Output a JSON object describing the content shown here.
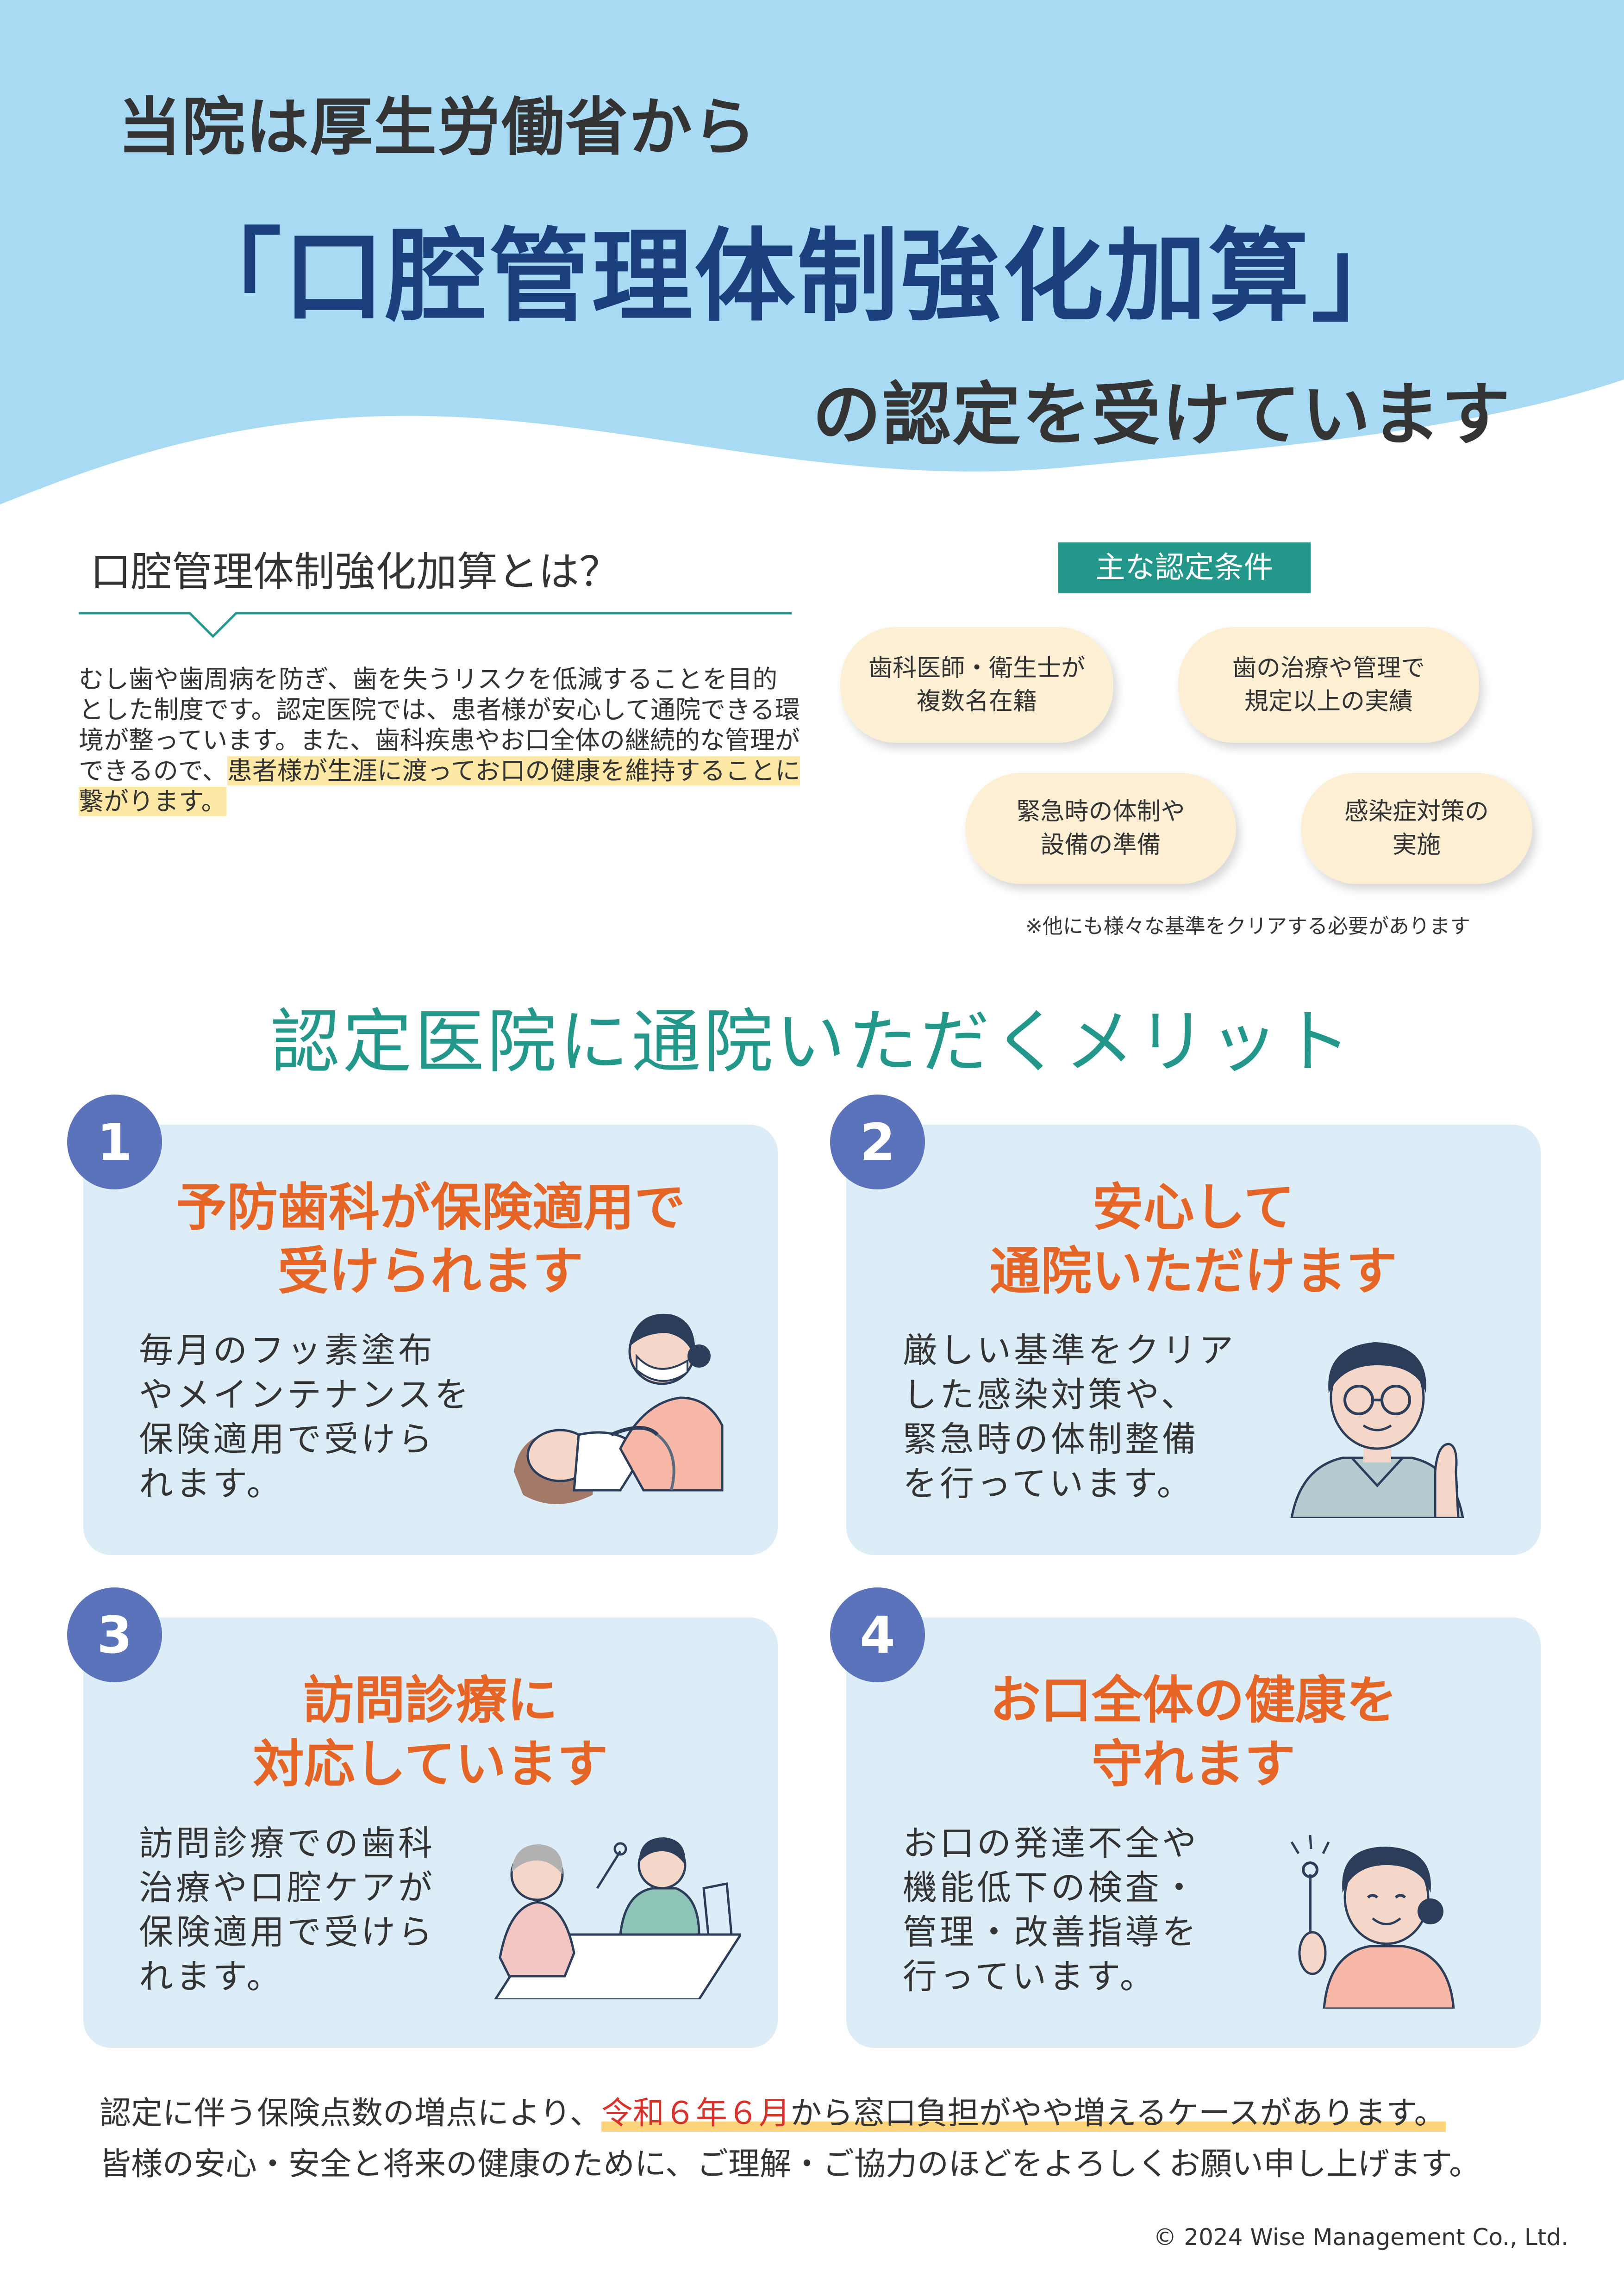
{
  "hero": {
    "line1": "当院は厚生労働省から",
    "line2": "「口腔管理体制強化加算」",
    "line3": "の認定を受けています"
  },
  "intro": {
    "heading": "口腔管理体制強化加算とは？",
    "body_plain": "むし歯や歯周病を防ぎ、歯を失うリスクを低減することを目的とした制度です。認定医院では、患者様が安心して通院できる環境が整っています。また、歯科疾患やお口全体の継続的な管理ができるので、",
    "body_highlight": "患者様が生涯に渡ってお口の健康を維持することに繋がります。"
  },
  "conditions": {
    "title": "主な認定条件",
    "items": [
      {
        "line1": "歯科医師・衛生士が",
        "line2": "複数名在籍"
      },
      {
        "line1": "歯の治療や管理で",
        "line2": "規定以上の実績"
      },
      {
        "line1": "緊急時の体制や",
        "line2": "設備の準備"
      },
      {
        "line1": "感染症対策の",
        "line2": "実施"
      }
    ],
    "note": "※他にも様々な基準をクリアする必要があります"
  },
  "merits": {
    "title": "認定医院に通院いただくメリット",
    "cards": [
      {
        "number": "1",
        "title1": "予防歯科が保険適用で",
        "title2": "受けられます",
        "text": [
          "毎月のフッ素塗布",
          "やメインテナンスを",
          "保険適用で受けら",
          "れます。"
        ]
      },
      {
        "number": "2",
        "title1": "安心して",
        "title2": "通院いただけます",
        "text": [
          "厳しい基準をクリア",
          "した感染対策や、",
          "緊急時の体制整備",
          "を行っています。"
        ]
      },
      {
        "number": "3",
        "title1": "訪問診療に",
        "title2": "対応しています",
        "text": [
          "訪問診療での歯科",
          "治療や口腔ケアが",
          "保険適用で受けら",
          "れます。"
        ]
      },
      {
        "number": "4",
        "title1": "お口全体の健康を",
        "title2": "守れます",
        "text": [
          "お口の発達不全や",
          "機能低下の検査・",
          "管理・改善指導を",
          "行っています。"
        ]
      }
    ]
  },
  "footer": {
    "line1_pre": "認定に伴う保険点数の増点により、",
    "line1_date": "令和６年６月",
    "line1_post": "から窓口負担がやや増えるケースがあります。",
    "line2": "皆様の安心・安全と将来の健康のために、ご理解・ご協力のほどをよろしくお願い申し上げます。",
    "copyright": "© 2024  Wise Management   Co., Ltd."
  },
  "colors": {
    "hero_bg": "#a8daf4",
    "title_navy": "#1c3f7e",
    "teal": "#23978a",
    "orange": "#e46526",
    "card_bg": "#dcedf8",
    "badge_blue": "#5b73ba",
    "pill_cream": "#fcefd4",
    "highlight_yellow": "#fde8a6",
    "red": "#d7322b"
  }
}
